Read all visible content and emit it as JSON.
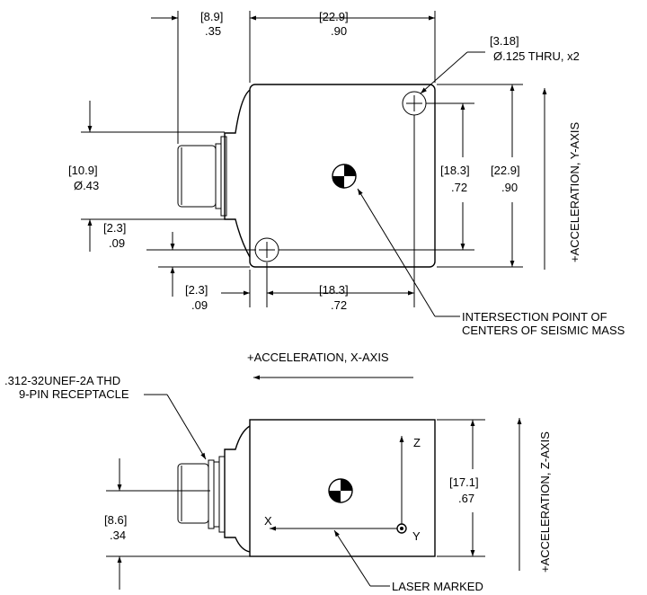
{
  "top_view": {
    "dim_width_top": {
      "metric": "22.9",
      "imperial": ".90"
    },
    "dim_connector_length": {
      "metric": "8.9",
      "imperial": ".35"
    },
    "dim_hole": {
      "metric": "3.18",
      "imperial": "Ø.125 THRU, x2"
    },
    "dim_connector_dia": {
      "metric": "10.9",
      "imperial": "Ø.43"
    },
    "dim_hole_offset_y": {
      "metric": "2.3",
      "imperial": ".09"
    },
    "dim_hole_offset_x": {
      "metric": "2.3",
      "imperial": ".09"
    },
    "dim_hole_spacing_x": {
      "metric": "18.3",
      "imperial": ".72"
    },
    "dim_hole_spacing_y": {
      "metric": "18.3",
      "imperial": ".72"
    },
    "dim_height": {
      "metric": "22.9",
      "imperial": ".90"
    },
    "y_axis_label": "+ACCELERATION, Y-AXIS",
    "callout_seismic_line1": "INTERSECTION POINT OF",
    "callout_seismic_line2": "CENTERS OF SEISMIC MASS"
  },
  "side_view": {
    "x_axis_label": "+ACCELERATION, X-AXIS",
    "callout_receptacle_line1": ".312-32UNEF-2A THD",
    "callout_receptacle_line2": "9-PIN RECEPTACLE",
    "dim_connector_center": {
      "metric": "8.6",
      "imperial": ".34"
    },
    "dim_side_height": {
      "metric": "17.1",
      "imperial": ".67"
    },
    "z_axis_label": "+ACCELERATION, Z-AXIS",
    "axis_z": "Z",
    "axis_x": "X",
    "axis_y": "Y",
    "callout_laser": "LASER MARKED"
  }
}
